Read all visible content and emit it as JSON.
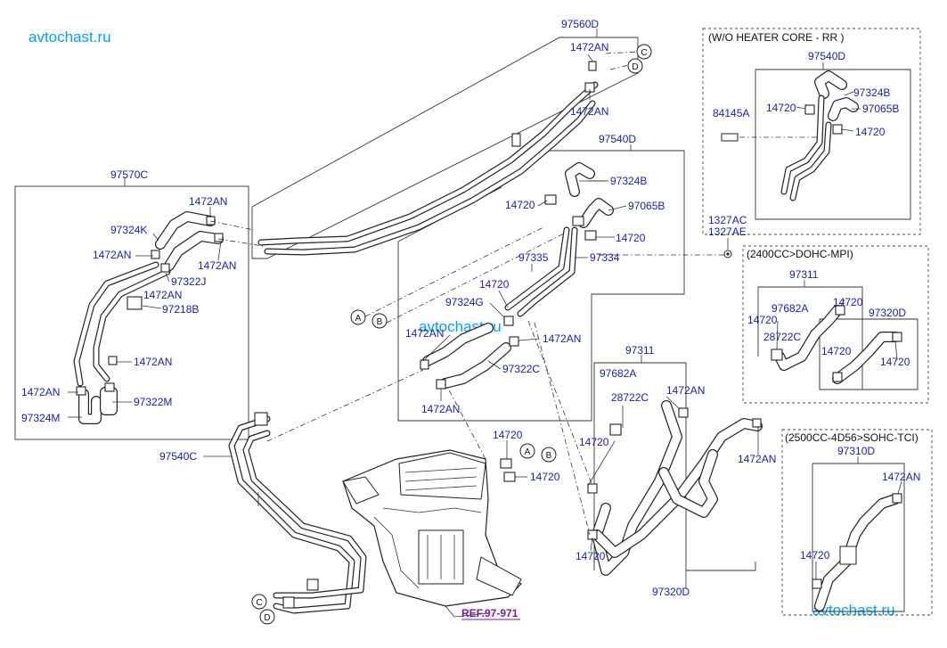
{
  "watermarks": [
    "avtochast.ru",
    "avtochast.ru",
    "avtochast.ru"
  ],
  "reference": "REF.97-971",
  "variant_boxes": {
    "wo_heater_core": "(W/O HEATER CORE - RR )",
    "dohc_mpi": "(2400CC>DOHC-MPI)",
    "sohc_tci": "(2500CC-4D56>SOHC-TCI)"
  },
  "connector_letters": [
    "A",
    "B",
    "C",
    "D"
  ],
  "part_labels": {
    "p97560D": "97560D",
    "p1472AN_top1": "1472AN",
    "p1472AN_top2": "1472AN",
    "p97570C": "97570C",
    "p1472AN_l1": "1472AN",
    "p97324K": "97324K",
    "p1472AN_l2": "1472AN",
    "p1472AN_l3": "1472AN",
    "p97322J": "97322J",
    "p1472AN_l4": "1472AN",
    "p97218B": "97218B",
    "p1472AN_l5": "1472AN",
    "p1472AN_l6": "1472AN",
    "p97322M": "97322M",
    "p97324M": "97324M",
    "p97540D_c": "97540D",
    "p97324B_c": "97324B",
    "p14720_c1": "14720",
    "p97065B_c": "97065B",
    "p14720_c2": "14720",
    "p97335": "97335",
    "p97334": "97334",
    "p14720_c3": "14720",
    "p97324G": "97324G",
    "p1472AN_c1": "1472AN",
    "p1472AN_c2": "1472AN",
    "p97322C": "97322C",
    "p1472AN_c3": "1472AN",
    "p97540C": "97540C",
    "p14720_h1": "14720",
    "p14720_h2": "14720",
    "p97311_m": "97311",
    "p97682A_m": "97682A",
    "p28722C_m": "28722C",
    "p1472AN_m1": "1472AN",
    "p14720_m1": "14720",
    "p1472AN_m2": "1472AN",
    "p14720_m2": "14720",
    "p97320D_m": "97320D",
    "p1327AC": "1327AC",
    "p1327AE": "1327AE",
    "p97540D_r": "97540D",
    "p97324B_r": "97324B",
    "p84145A": "84145A",
    "p14720_r1": "14720",
    "p97065B_r": "97065B",
    "p14720_r2": "14720",
    "p97311_r": "97311",
    "p97682A_r": "97682A",
    "p14720_r3": "14720",
    "p14720_r4": "14720",
    "p28722C_r": "28722C",
    "p97320D_r": "97320D",
    "p14720_r5": "14720",
    "p14720_r6": "14720",
    "p97310D": "97310D",
    "p1472AN_r": "1472AN",
    "p14720_r7": "14720"
  }
}
